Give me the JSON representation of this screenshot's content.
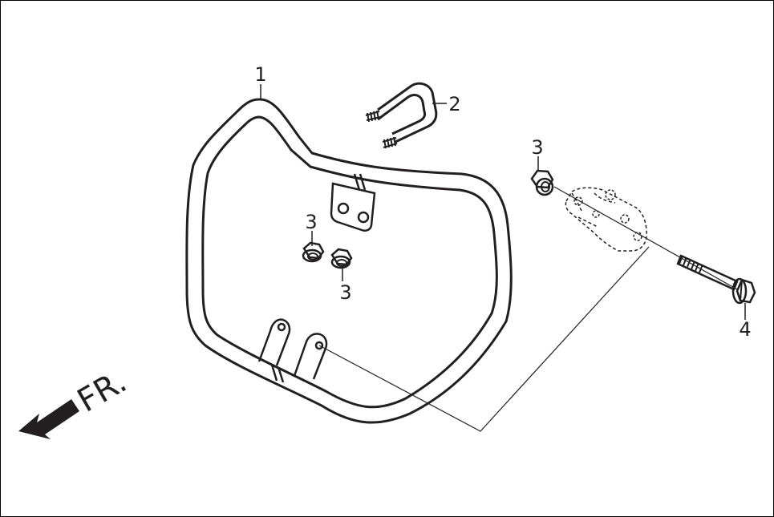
{
  "parts": [
    {
      "number": "1"
    },
    {
      "number": "2"
    },
    {
      "number": "3"
    },
    {
      "number": "3"
    },
    {
      "number": "3"
    },
    {
      "number": "4"
    }
  ],
  "direction": {
    "label": "FR."
  },
  "colors": {
    "ink": "#231f20",
    "background": "#ffffff"
  }
}
